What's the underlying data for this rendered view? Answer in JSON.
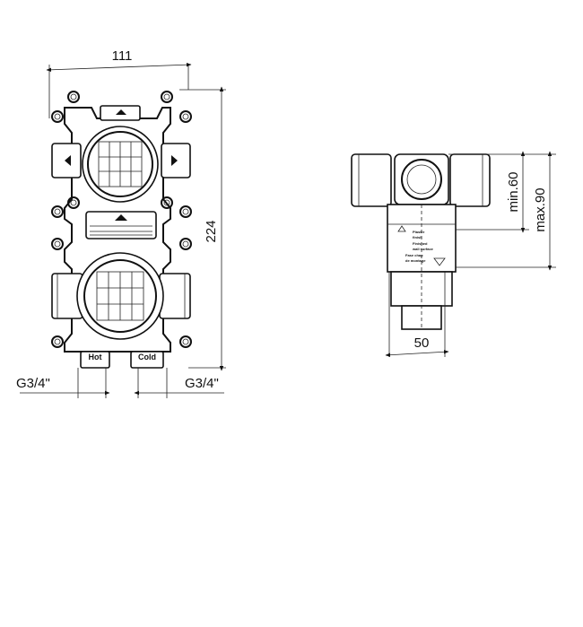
{
  "front_view": {
    "width_dim": "111",
    "height_dim": "224",
    "left_thread": "G3/4\"",
    "right_thread": "G3/4\"",
    "hot_label": "Hot",
    "cold_label": "Cold"
  },
  "side_view": {
    "min_dim": "min.60",
    "max_dim": "max.90",
    "width_dim": "50",
    "label_lines": [
      "Plaster",
      "finish",
      "Finished",
      "wall surface",
      "Fase chap",
      "de montage"
    ]
  },
  "colors": {
    "line": "#111111",
    "background": "#ffffff"
  }
}
